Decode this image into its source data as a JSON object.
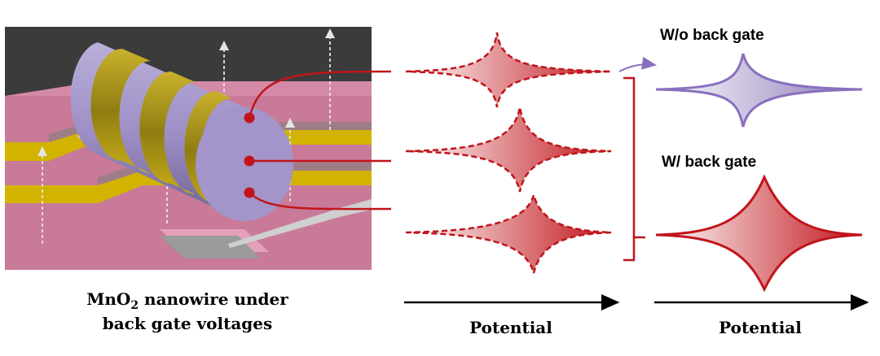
{
  "caption": {
    "line1_prefix": "MnO",
    "line1_sub": "2",
    "line1_suffix": " nanowire under",
    "line2": "back gate voltages"
  },
  "axes": {
    "middle_label": "Potential",
    "right_label": "Potential"
  },
  "labels": {
    "without_gate": "W/o back gate",
    "with_gate": "W/ back gate"
  },
  "colors": {
    "red": "#c0151b",
    "purple": "#8a6fbf",
    "wire": "#a394c9",
    "gold": "#d2b400",
    "substrate": "#c97a98",
    "background_dark": "#3a3a3a"
  }
}
